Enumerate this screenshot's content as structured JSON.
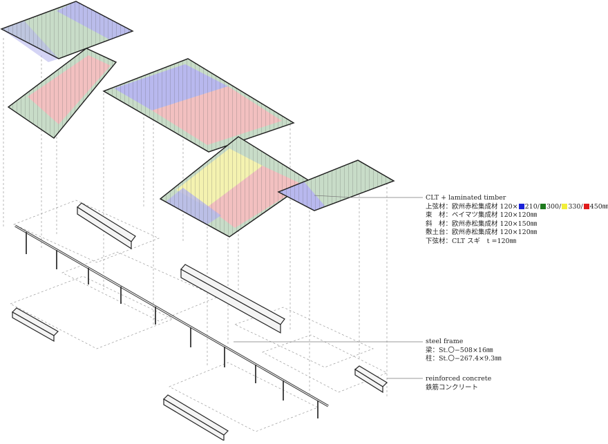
{
  "clt": {
    "title": "CLT + laminated timber",
    "upper_chord": {
      "label": "上弦材：欧州赤松集成材 120×",
      "sizes": [
        "210/",
        "300/",
        "330/",
        "450㎜"
      ]
    },
    "post": "束　材：ベイマツ集成材 120×120㎜",
    "brace": "斜　材：欧州赤松集成材 120×150㎜",
    "sill": "敷土台：欧州赤松集成材 120×120㎜",
    "lower_chord": "下弦材：CLT スギ　t =120㎜"
  },
  "steel": {
    "title": "steel frame",
    "beam": "梁：St.〇−508×16㎜",
    "column": "柱：St.〇−267.4×9.3㎜"
  },
  "concrete": {
    "title": "reinforced concrete",
    "subtitle": "鉄筋コンクリート"
  },
  "colors": {
    "blue": "#1a22d8",
    "green": "#1e7a1e",
    "yellow": "#f2ef3a",
    "red": "#e01b1b"
  }
}
